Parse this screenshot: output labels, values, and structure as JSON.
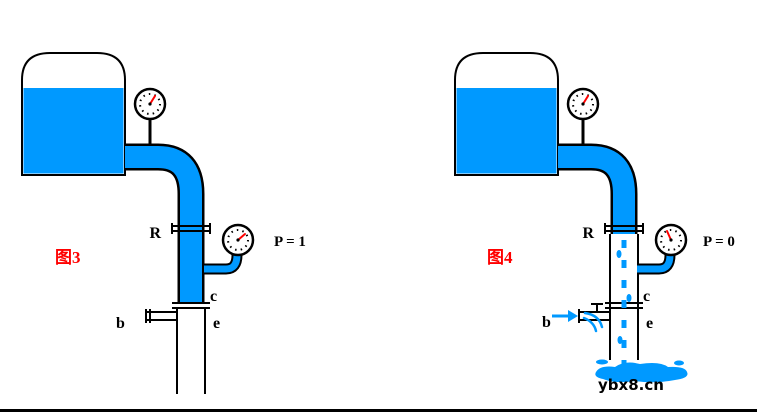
{
  "page": {
    "background": "#FFFFFF"
  },
  "colors": {
    "water": "#0099FF",
    "label_red": "#FF0000"
  },
  "figure3": {
    "title": "图3",
    "valve_label": "R",
    "gauge_label": "P = 1",
    "outlet_label": "b",
    "point_c_label": "c",
    "point_e_label": "e"
  },
  "figure4": {
    "title": "图4",
    "valve_label": "R",
    "gauge_label": "P = 0",
    "outlet_label": "b",
    "point_c_label": "c",
    "point_e_label": "e"
  },
  "watermark": "ybx8.cn"
}
